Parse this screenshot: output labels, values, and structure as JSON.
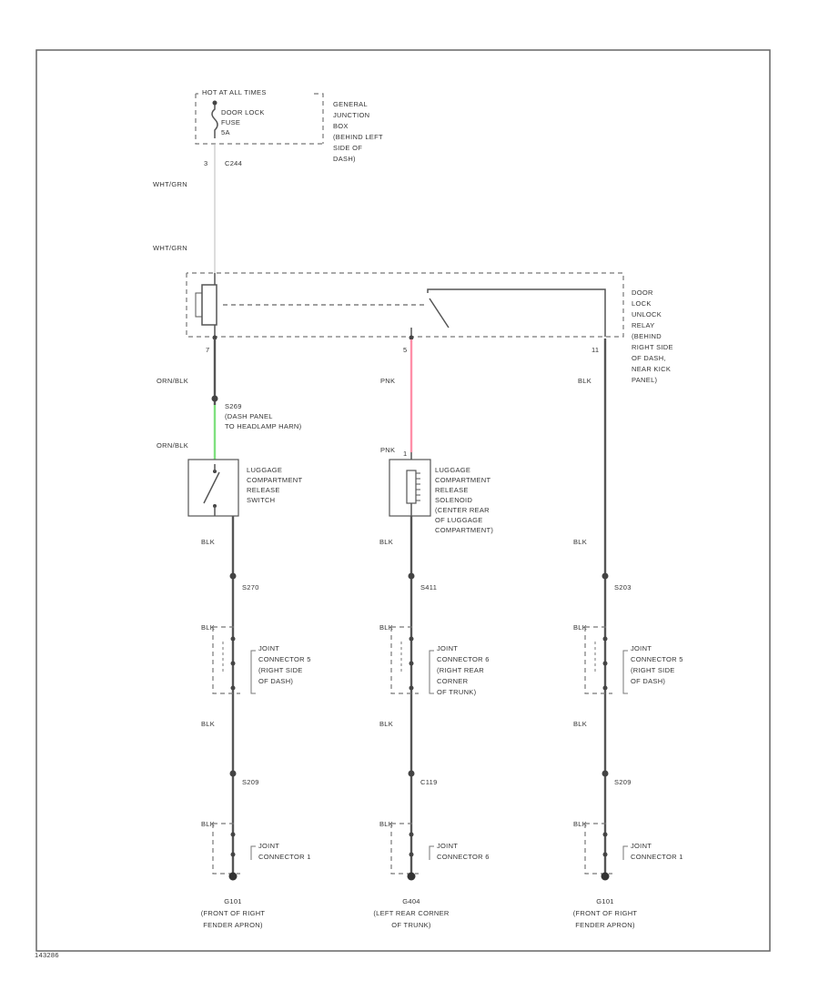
{
  "fuse_box": {
    "header": "HOT AT ALL TIMES",
    "fuse_label": [
      "DOOR LOCK",
      "FUSE",
      "5A"
    ],
    "location": [
      "GENERAL",
      "JUNCTION",
      "BOX",
      "(BEHIND LEFT",
      "SIDE OF",
      "DASH)"
    ],
    "pin": "3",
    "connector": "C244"
  },
  "wires": {
    "wht_grn_1": "WHT/GRN",
    "wht_grn_2": "WHT/GRN",
    "orn_blk_1": "ORN/BLK",
    "orn_blk_2": "ORN/BLK",
    "pnk_1": "PNK",
    "pnk_2": "PNK",
    "blk": "BLK"
  },
  "relay": {
    "label": [
      "DOOR",
      "LOCK",
      "UNLOCK",
      "RELAY",
      "(BEHIND",
      "RIGHT SIDE",
      "OF DASH,",
      "NEAR KICK",
      "PANEL)"
    ],
    "pin_left": "7",
    "pin_mid": "5",
    "pin_right": "11"
  },
  "splice_s269": [
    "S269",
    "(DASH PANEL",
    "TO HEADLAMP HARN)"
  ],
  "switch": {
    "label": [
      "LUGGAGE",
      "COMPARTMENT",
      "RELEASE",
      "SWITCH"
    ]
  },
  "solenoid": {
    "label": [
      "LUGGAGE",
      "COMPARTMENT",
      "RELEASE",
      "SOLENOID",
      "(CENTER REAR",
      "OF LUGGAGE",
      "COMPARTMENT)"
    ],
    "pin": "1"
  },
  "columns": [
    {
      "splice_top": "S270",
      "joint_top": [
        "JOINT",
        "CONNECTOR 5",
        "(RIGHT SIDE",
        "OF DASH)"
      ],
      "splice_bottom": "S209",
      "joint_bottom": [
        "JOINT",
        "CONNECTOR 1"
      ],
      "ground": [
        "G101",
        "(FRONT OF RIGHT",
        "FENDER APRON)"
      ]
    },
    {
      "splice_top": "S411",
      "joint_top": [
        "JOINT",
        "CONNECTOR 6",
        "(RIGHT REAR",
        "CORNER",
        "OF TRUNK)"
      ],
      "splice_bottom": "C119",
      "joint_bottom": [
        "JOINT",
        "CONNECTOR 6"
      ],
      "ground": [
        "G404",
        "(LEFT REAR CORNER",
        "OF TRUNK)"
      ]
    },
    {
      "splice_top": "S203",
      "joint_top": [
        "JOINT",
        "CONNECTOR 5",
        "(RIGHT SIDE",
        "OF DASH)"
      ],
      "splice_bottom": "S209",
      "joint_bottom": [
        "JOINT",
        "CONNECTOR 1"
      ],
      "ground": [
        "G101",
        "(FRONT OF RIGHT",
        "FENDER APRON)"
      ]
    }
  ],
  "figure_id": "143286",
  "colors": {
    "orn_blk_wire": "#7fe07f",
    "pnk_wire": "#ff8fa8",
    "line": "#555555"
  }
}
